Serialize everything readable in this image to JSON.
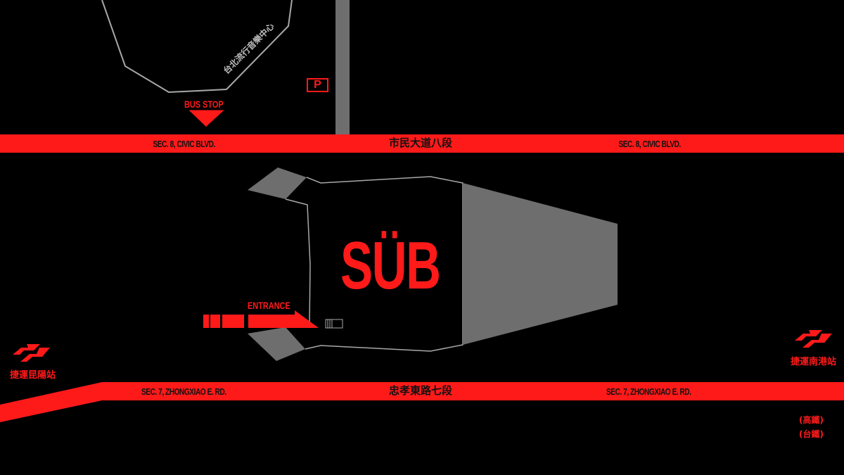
{
  "colors": {
    "background": "#000000",
    "accent_red": "#ff1a1a",
    "building_gray": "#6e6e6e",
    "outline_gray": "#a8a8a8",
    "road_text": "#111111"
  },
  "venue": {
    "name_zh": "台北流行音樂中心"
  },
  "bus_stop": {
    "label": "BUS STOP"
  },
  "parking": {
    "label": "P"
  },
  "roads": {
    "north": {
      "left_label": "SEC. 8, CIVIC BLVD.",
      "center_label_zh": "市民大道八段",
      "right_label": "SEC. 8, CIVIC BLVD."
    },
    "south": {
      "left_label": "SEC. 7, ZHONGXIAO E. RD.",
      "center_label_zh": "忠孝東路七段",
      "right_label": "SEC. 7, ZHONGXIAO E. RD."
    }
  },
  "building": {
    "logo": "SÜB"
  },
  "entrance": {
    "label": "ENTRANCE"
  },
  "stations": {
    "west": {
      "icon": "metro-logo-icon",
      "label": "捷運昆陽站"
    },
    "east": {
      "icon": "metro-logo-icon",
      "label": "捷運南港站"
    }
  },
  "rail": {
    "hsr": "(高鐵)",
    "tra": "(台鐵)"
  }
}
